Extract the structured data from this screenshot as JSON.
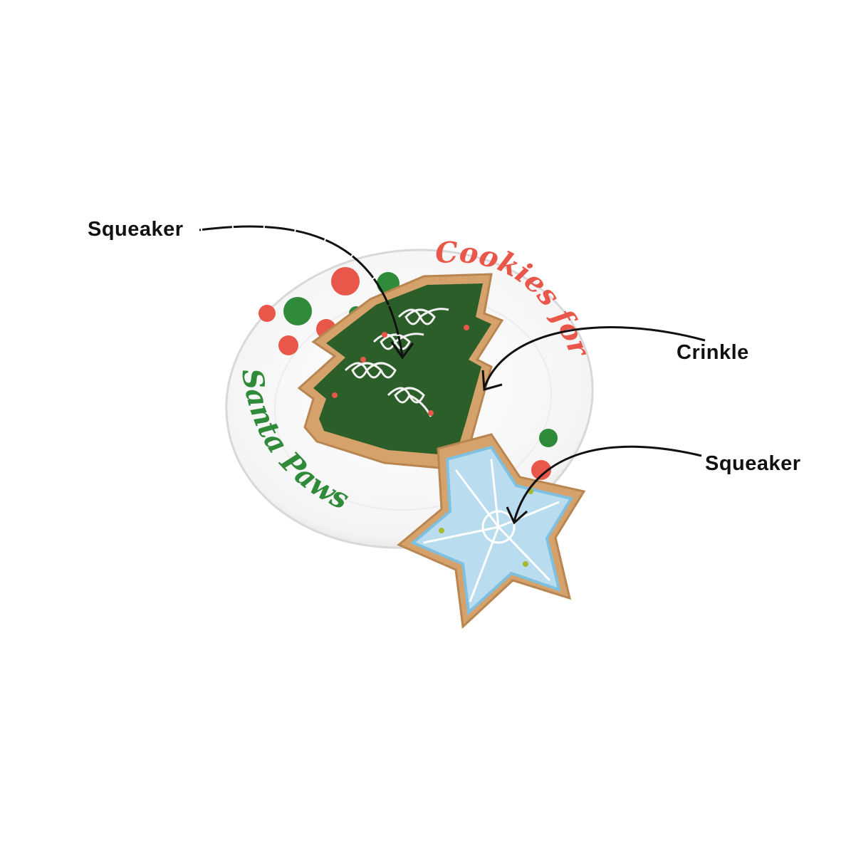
{
  "annotations": {
    "tree_feature": "Squeaker",
    "plate_feature": "Crinkle",
    "snowflake_feature": "Squeaker"
  },
  "product_print": {
    "plate_top": "Cookies for",
    "plate_bottom": "Santa Paws"
  },
  "colors": {
    "tree_green": "#2c5e2a",
    "cookie_tan": "#d4a26a",
    "snowflake_blue": "#b9dcef",
    "dot_red": "#e8574a",
    "dot_green": "#2f8a3a"
  }
}
